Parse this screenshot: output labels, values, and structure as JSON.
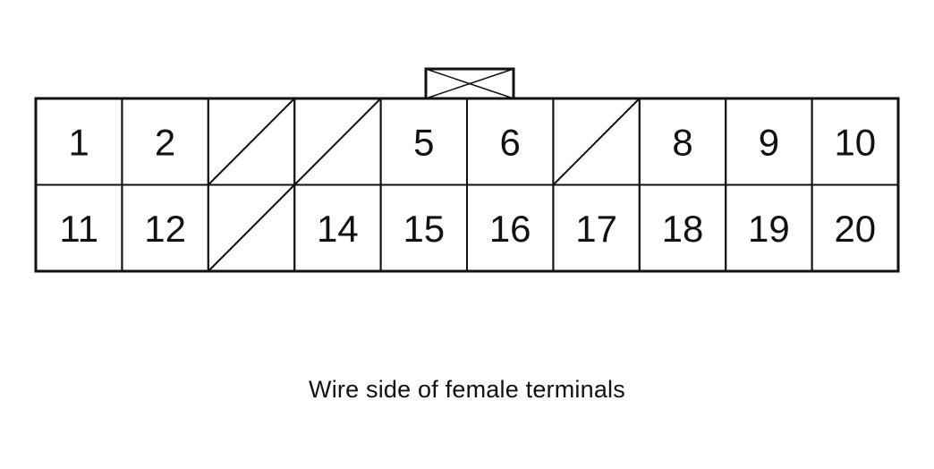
{
  "connector": {
    "rows": [
      [
        {
          "label": "1",
          "empty": false
        },
        {
          "label": "2",
          "empty": false
        },
        {
          "label": "",
          "empty": true
        },
        {
          "label": "",
          "empty": true
        },
        {
          "label": "5",
          "empty": false
        },
        {
          "label": "6",
          "empty": false
        },
        {
          "label": "",
          "empty": true
        },
        {
          "label": "8",
          "empty": false
        },
        {
          "label": "9",
          "empty": false
        },
        {
          "label": "10",
          "empty": false
        }
      ],
      [
        {
          "label": "11",
          "empty": false
        },
        {
          "label": "12",
          "empty": false
        },
        {
          "label": "",
          "empty": true
        },
        {
          "label": "14",
          "empty": false
        },
        {
          "label": "15",
          "empty": false
        },
        {
          "label": "16",
          "empty": false
        },
        {
          "label": "17",
          "empty": false
        },
        {
          "label": "18",
          "empty": false
        },
        {
          "label": "19",
          "empty": false
        },
        {
          "label": "20",
          "empty": false
        }
      ]
    ],
    "has_locking_tab": true
  },
  "caption": "Wire side of female terminals",
  "colors": {
    "line": "#111111",
    "background": "#ffffff"
  }
}
